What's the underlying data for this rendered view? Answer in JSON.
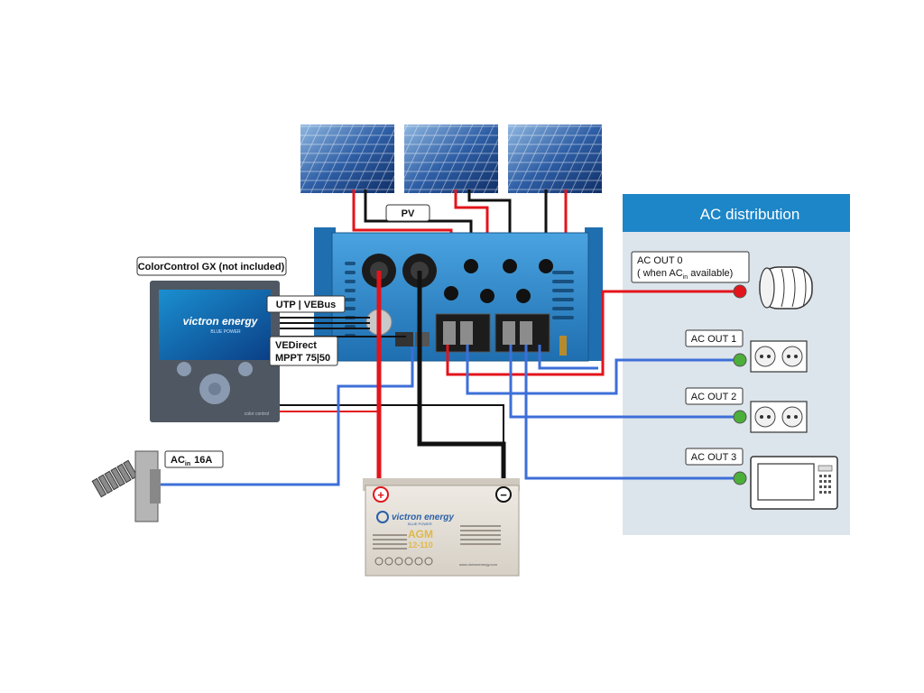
{
  "labels": {
    "pv": "PV",
    "color_control": "ColorControl GX (not included)",
    "utp_vebus": "UTP | VEBus",
    "vedirect_line1": "VEDirect",
    "vedirect_line2": "MPPT 75|50",
    "ac_in_prefix": "AC",
    "ac_in_sub": "in",
    "ac_in_value": "16A"
  },
  "ac_distribution": {
    "title": "AC distribution",
    "out0_line1": "AC OUT 0",
    "out0_line2_pre": "( when AC",
    "out0_line2_sub": "in",
    "out0_line2_post": " available)",
    "out1": "AC OUT 1",
    "out2": "AC OUT 2",
    "out3": "AC OUT 3"
  },
  "gx_display": {
    "brand": "victron energy",
    "tagline": "BLUE POWER",
    "footer": "color control"
  },
  "battery": {
    "brand": "victron energy",
    "tagline": "BLUE POWER",
    "model_line1": "AGM",
    "model_line2": "12-110",
    "website": "www.victronenergy.com",
    "plus": "+",
    "minus": "−"
  },
  "colors": {
    "wire_positive": "#e3141b",
    "wire_negative": "#111111",
    "wire_ac": "#3d6fd8",
    "inverter_blue": "#2f86cc",
    "ac_panel": "#dde5ec",
    "ac_header": "#1c86c8",
    "connector_green": "#4caf3a",
    "connector_red": "#e3141b"
  }
}
